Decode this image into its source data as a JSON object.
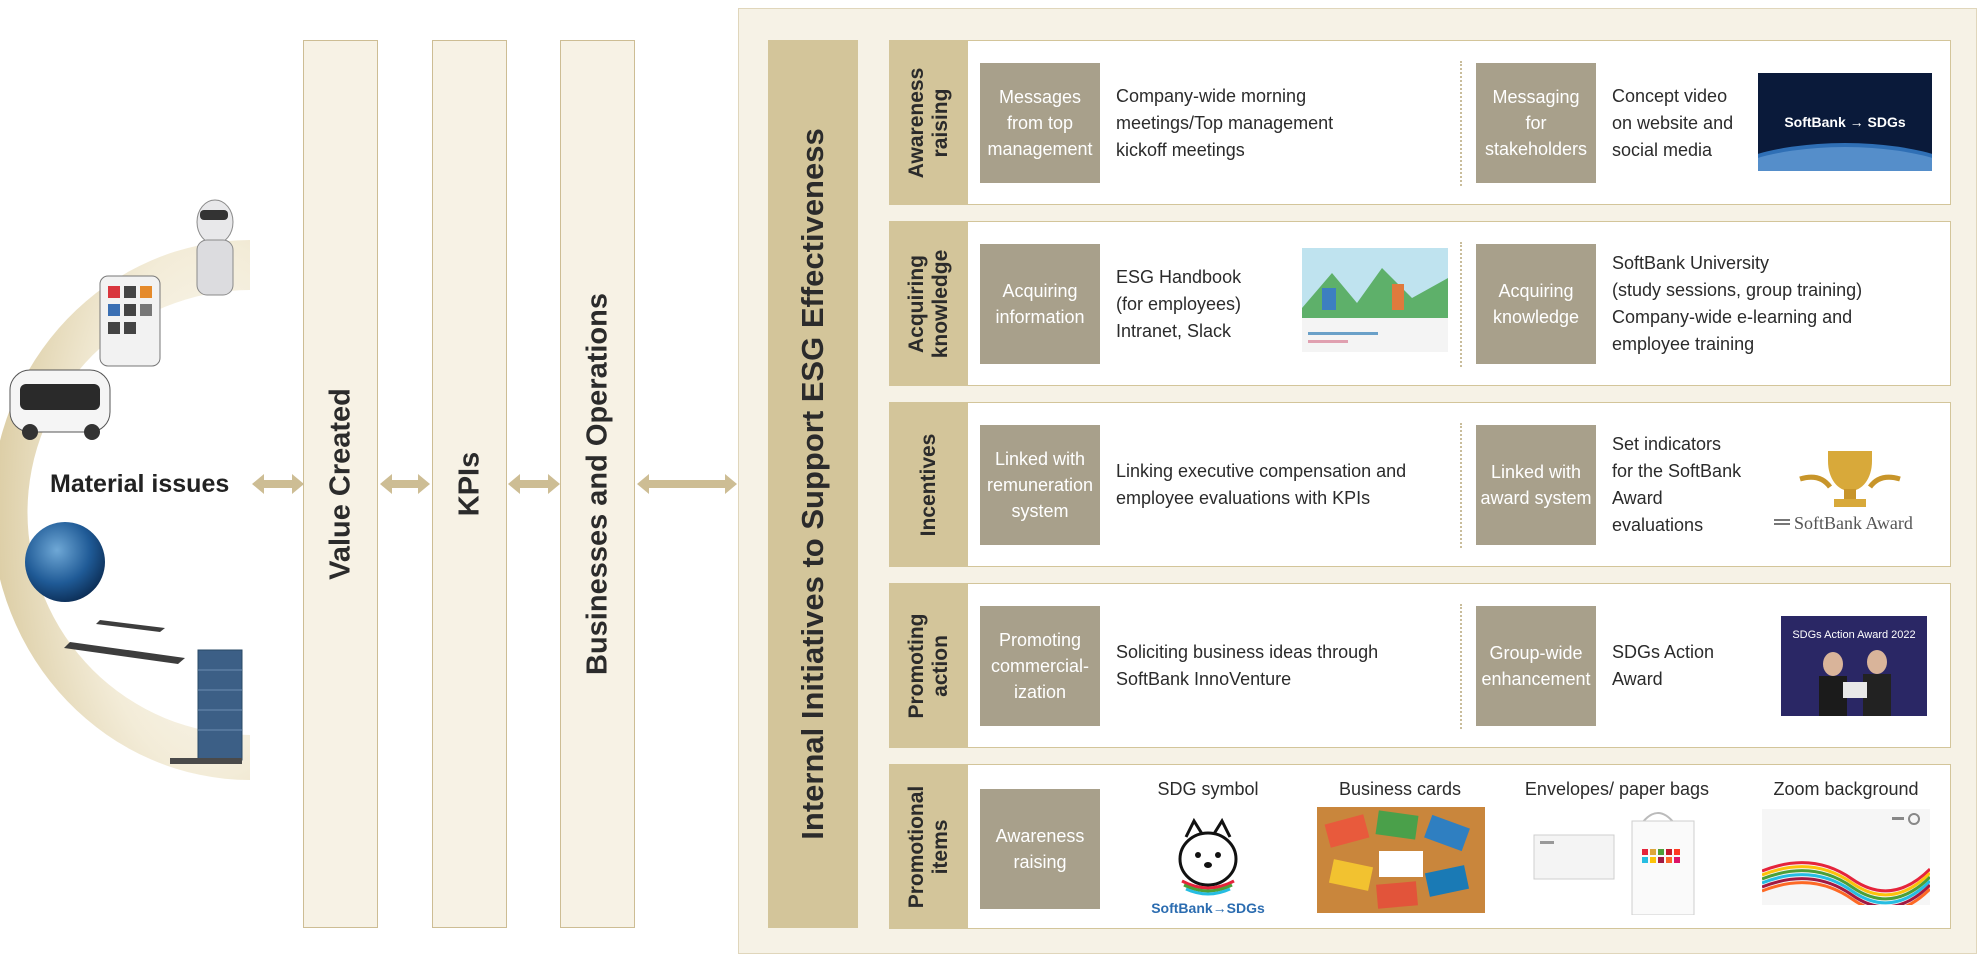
{
  "left": {
    "material_issues": "Material issues"
  },
  "columns": {
    "value_created": "Value Created",
    "kpis": "KPIs",
    "businesses": "Businesses and Operations"
  },
  "main_title": "Internal Initiatives to Support ESG Effectiveness",
  "rows": [
    {
      "head": [
        "Awareness",
        "raising"
      ],
      "left_box": "Messages from top management",
      "left_desc": [
        "Company-wide morning",
        "meetings/Top management",
        "kickoff meetings"
      ],
      "right_box": "Messaging for stakeholders",
      "right_desc": [
        "Concept video",
        "on website and",
        "social media"
      ],
      "thumb_text": "SoftBank → SDGs"
    },
    {
      "head": [
        "Acquiring",
        "knowledge"
      ],
      "left_box": "Acquiring information",
      "left_desc": [
        "ESG Handbook",
        "(for employees)",
        "Intranet, Slack"
      ],
      "right_box": "Acquiring knowledge",
      "right_desc": [
        "SoftBank University",
        "(study sessions, group training)",
        "Company-wide e-learning and",
        "employee training"
      ]
    },
    {
      "head": [
        "Incentives"
      ],
      "left_box": "Linked with remuneration system",
      "left_desc": [
        "Linking executive compensation and",
        "employee evaluations with KPIs"
      ],
      "right_box": "Linked with award system",
      "right_desc": [
        "Set indicators",
        "for the SoftBank",
        "Award",
        "evaluations"
      ],
      "thumb_text": "SoftBank Award"
    },
    {
      "head": [
        "Promoting",
        "action"
      ],
      "left_box": "Promoting commercial-ization",
      "left_desc": [
        "Soliciting business ideas through",
        "SoftBank InnoVenture"
      ],
      "right_box": "Group-wide enhancement",
      "right_desc": [
        "SDGs Action",
        "Award"
      ],
      "thumb_text": "SDGs Action Award 2022"
    },
    {
      "head": [
        "Promotional",
        "items"
      ],
      "left_box": "Awareness raising",
      "items": [
        "SDG symbol",
        "Business cards",
        "Envelopes/ paper bags",
        "Zoom background"
      ],
      "symbol_text": "SoftBank→SDGs"
    }
  ],
  "colors": {
    "tan": "#d3c59a",
    "box_gray": "#a8a08b",
    "panel_bg": "#f6f2e6",
    "column_bg": "#f7f2e5"
  }
}
